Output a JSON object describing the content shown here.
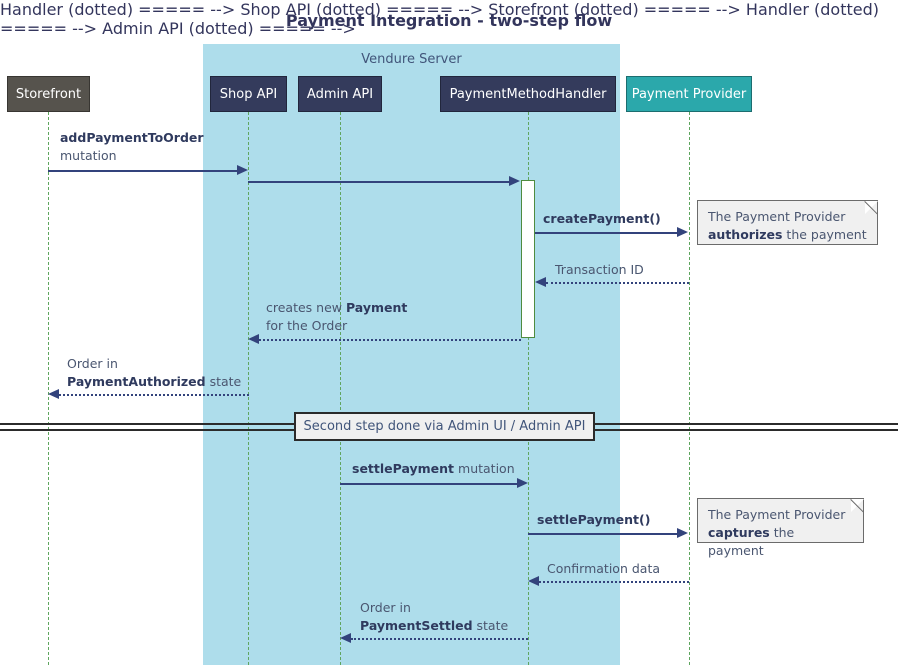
{
  "title": "Payment Integration - two-step flow",
  "group": {
    "label": "Vendure Server"
  },
  "participants": [
    {
      "name": "storefront",
      "label": "Storefront",
      "color": "#56534d"
    },
    {
      "name": "shop-api",
      "label": "Shop API",
      "color": "#343b5c"
    },
    {
      "name": "admin-api",
      "label": "Admin API",
      "color": "#343b5c"
    },
    {
      "name": "payment-method-handler",
      "label": "PaymentMethodHandler",
      "color": "#343b5c"
    },
    {
      "name": "payment-provider",
      "label": "Payment Provider",
      "color": "#2ba8ab"
    }
  ],
  "messages": [
    {
      "name": "add-payment-to-order",
      "line1": "addPaymentToOrder",
      "line1_bold": true,
      "line2": "mutation"
    },
    {
      "name": "shop-api-to-handler",
      "line1": "",
      "line2": ""
    },
    {
      "name": "create-payment",
      "line1": "createPayment()",
      "line1_bold": true
    },
    {
      "name": "transaction-id",
      "line1": "Transaction ID"
    },
    {
      "name": "creates-new-payment",
      "line1_pre": "creates new ",
      "line1_bold_text": "Payment",
      "line2": "for the Order"
    },
    {
      "name": "order-payment-authorized",
      "line1": "Order in",
      "line2_bold_text": "PaymentAuthorized",
      "line2_post": " state"
    },
    {
      "name": "settle-payment-mutation",
      "line1_bold_text": "settlePayment",
      "line1_post": " mutation"
    },
    {
      "name": "settle-payment-call",
      "line1": "settlePayment()",
      "line1_bold": true
    },
    {
      "name": "confirmation-data",
      "line1": "Confirmation data"
    },
    {
      "name": "order-payment-settled",
      "line1": "Order in",
      "line2_bold_text": "PaymentSettled",
      "line2_post": " state"
    }
  ],
  "labels": {
    "add_payment_to_order": "addPaymentToOrder",
    "mutation": "mutation",
    "create_payment": "createPayment()",
    "transaction_id": "Transaction ID",
    "creates_new_pre": "creates new ",
    "creates_new_bold": "Payment",
    "creates_new_line2": "for the Order",
    "order_in": "Order in",
    "payment_authorized": "PaymentAuthorized",
    "state_suffix": " state",
    "settle_payment_bold": "settlePayment",
    "settle_payment_suffix": " mutation",
    "settle_payment_call": "settlePayment()",
    "confirmation_data": "Confirmation data",
    "payment_settled": "PaymentSettled"
  },
  "notes": [
    {
      "name": "note-authorizes",
      "line1": "The Payment Provider",
      "line2_bold": "authorizes",
      "line2_rest": " the payment"
    },
    {
      "name": "note-captures",
      "line1": "The Payment Provider",
      "line2_bold": "captures",
      "line2_rest": " the payment"
    }
  ],
  "divider": {
    "label": "Second step done via Admin UI / Admin API"
  },
  "colors": {
    "group_bg": "#aeddeb",
    "participant_dark": "#343b5c",
    "participant_gray": "#56534d",
    "participant_teal": "#2ba8ab",
    "lifeline": "#5fa55f",
    "message": "#33437c",
    "note_bg": "#f0f0f0",
    "text": "#4a5670"
  }
}
